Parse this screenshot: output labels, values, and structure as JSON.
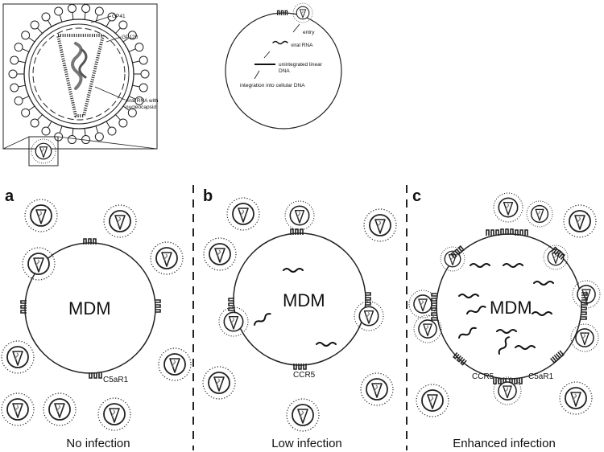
{
  "inset": {
    "labels": {
      "gp41": "GP41",
      "gp120": "GP120",
      "viral_rna_1": "viral RNA with",
      "viral_rna_2": "nucleocapsid"
    }
  },
  "lifecycle": {
    "labels": {
      "entry": "entry",
      "viral_rna": "viral RNA",
      "unintegrated_1": "unintegrated linear",
      "unintegrated_2": "DNA",
      "integration": "integration into cellular DNA"
    }
  },
  "panels": [
    {
      "letter": "a",
      "cell_label": "MDM",
      "caption": "No infection",
      "receptor_labels": [
        "C5aR1"
      ]
    },
    {
      "letter": "b",
      "cell_label": "MDM",
      "caption": "Low infection",
      "receptor_labels": [
        "CCR5"
      ]
    },
    {
      "letter": "c",
      "cell_label": "MDM",
      "caption": "Enhanced infection",
      "receptor_labels": [
        "CCR5",
        "C5aR1"
      ]
    }
  ]
}
